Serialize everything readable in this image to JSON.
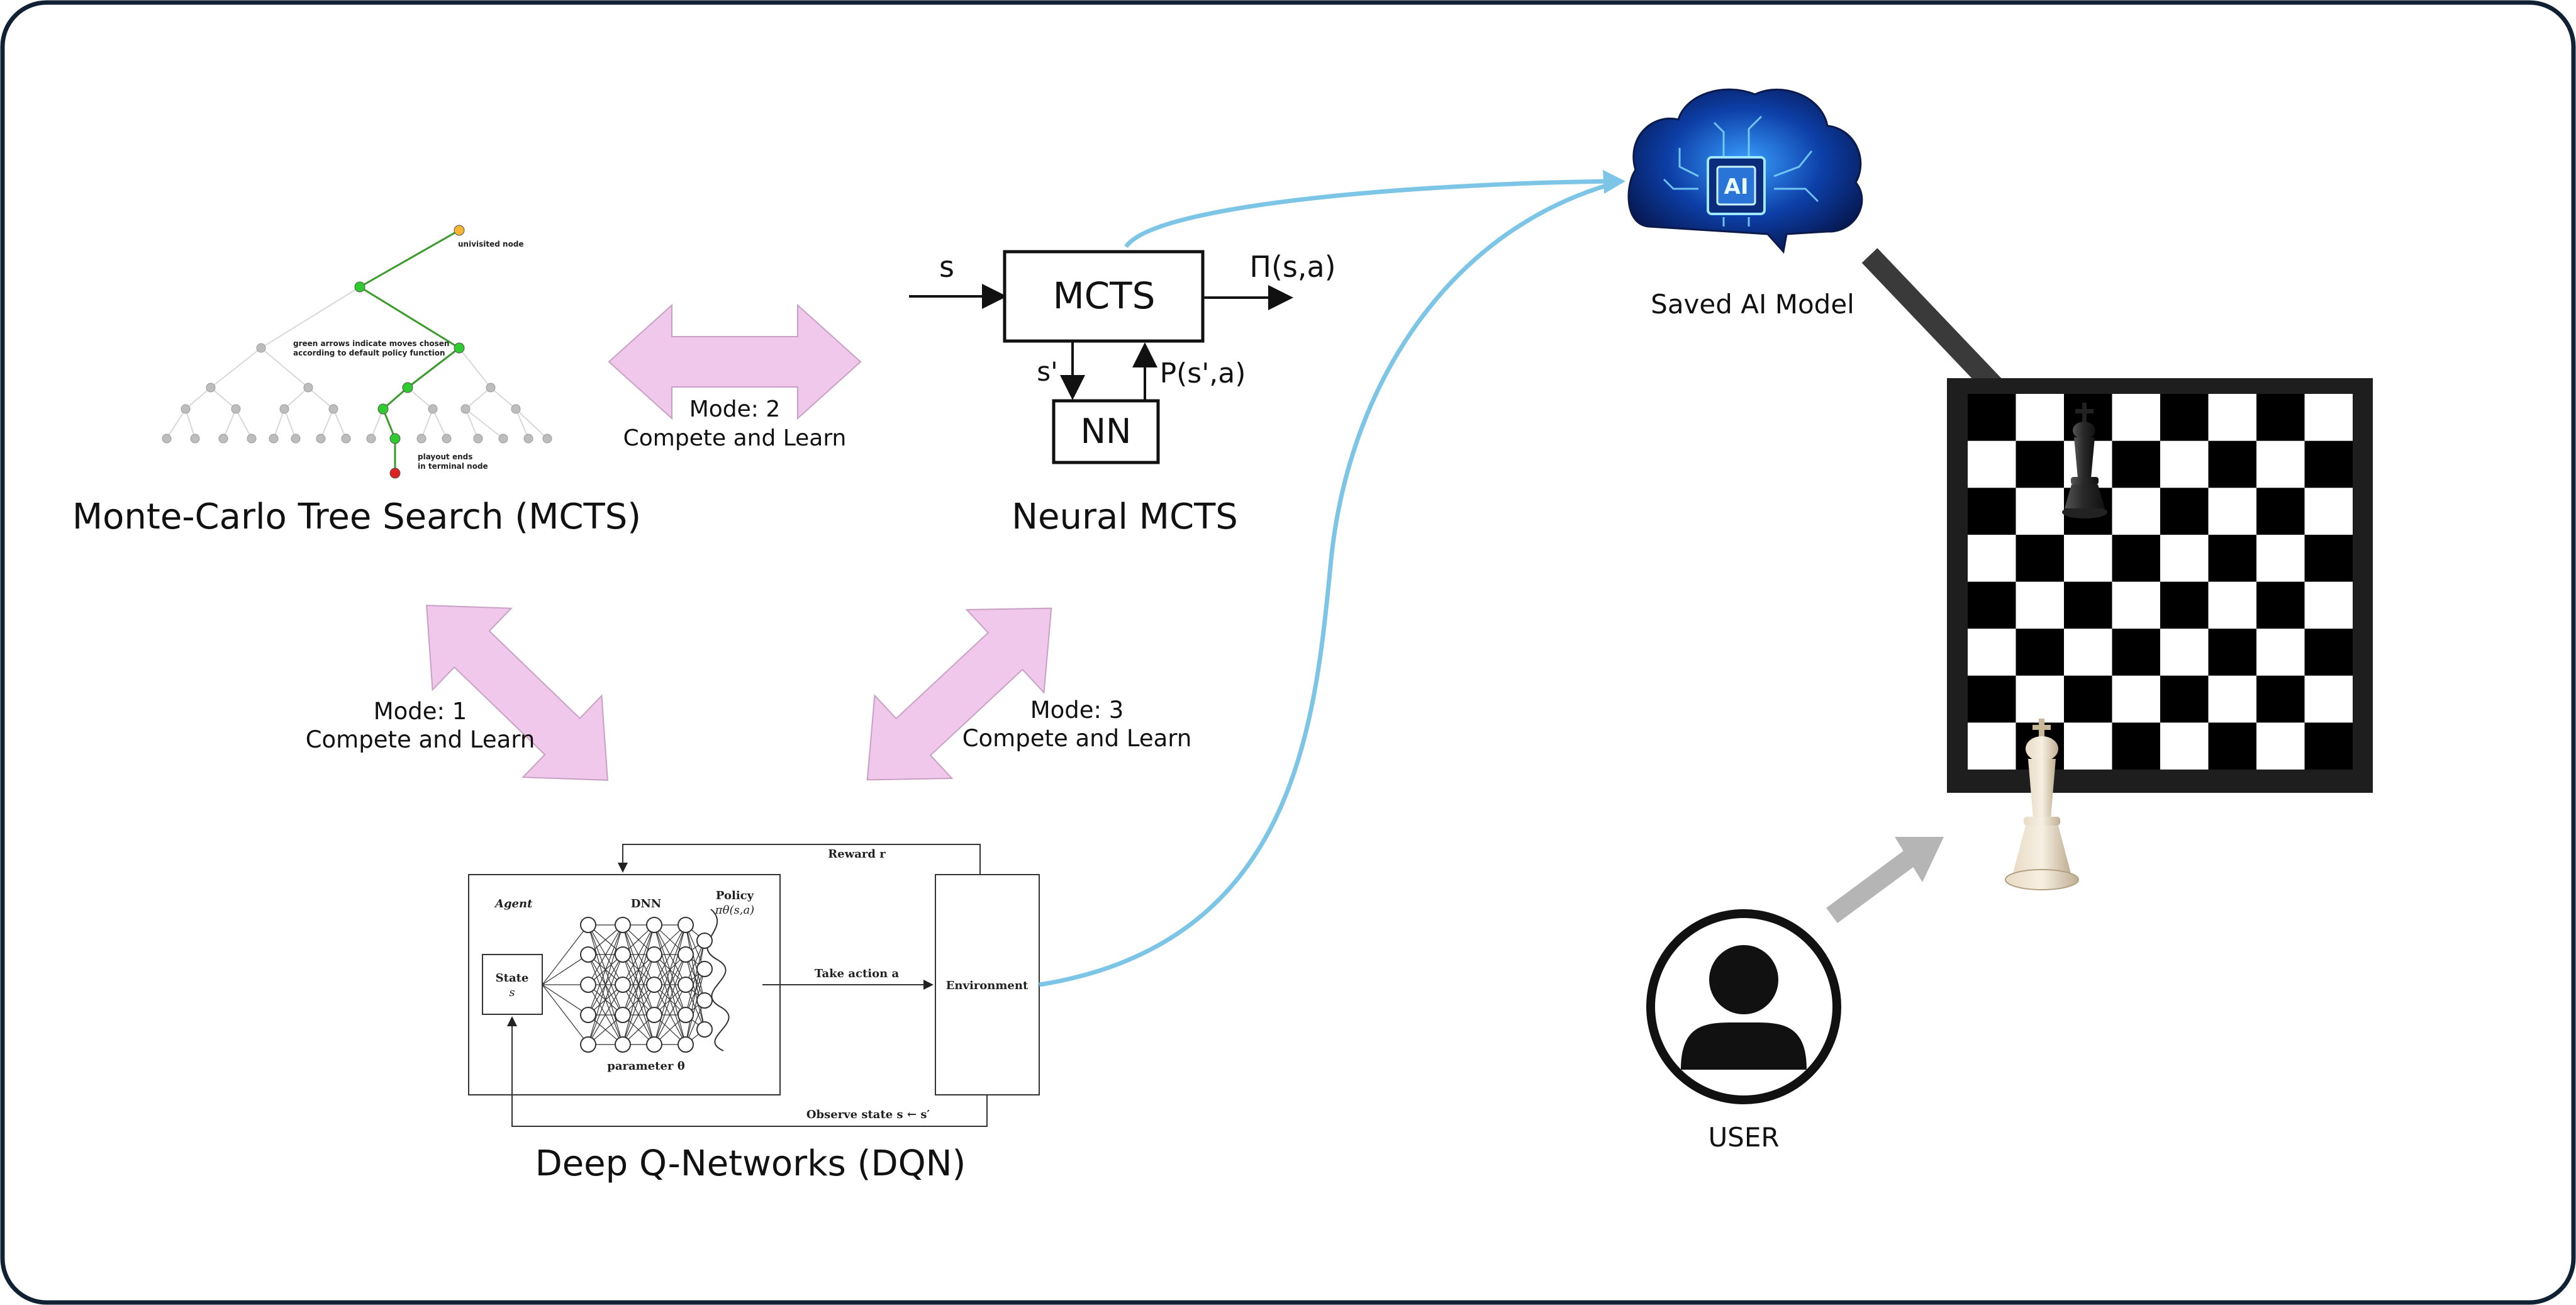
{
  "labels": {
    "mcts_title": "Monte-Carlo Tree Search (MCTS)",
    "neural_title": "Neural MCTS",
    "dqn_title": "Deep Q-Networks (DQN)",
    "saved_model": "Saved AI Model",
    "user": "USER",
    "ai_chip": "AI"
  },
  "modes": {
    "mode2": {
      "name": "Mode: 2",
      "text": "Compete and Learn"
    },
    "mode1": {
      "name": "Mode: 1",
      "text": "Compete and Learn"
    },
    "mode3": {
      "name": "Mode: 3",
      "text": "Compete and Learn"
    }
  },
  "mcts_tree": {
    "unvisited": "univisited node",
    "green": [
      "green arrows indicate moves chosen",
      "according to default policy function"
    ],
    "playout": [
      "playout ends",
      "in terminal node"
    ]
  },
  "neural_block": {
    "s": "s",
    "mcts": "MCTS",
    "pi": "Π(s,a)",
    "s_prime": "s'",
    "p": "P(s',a)",
    "nn": "NN"
  },
  "dqn_block": {
    "agent": "Agent",
    "dnn": "DNN",
    "policy": "Policy",
    "policy_fn": "πθ(s,a)",
    "state": "State",
    "state_var": "s",
    "parameter": "parameter θ",
    "take_action": "Take action a",
    "environment": "Environment",
    "reward": "Reward r",
    "observe": "Observe state s ← s′"
  },
  "colors": {
    "frame": "#0f2133",
    "pink_arrow": "#f0c8ec",
    "blue_curve": "#7cc5e6",
    "dark_arrow": "#3a3a3a",
    "gray_arrow": "#b5b5b5",
    "green_edge": "#3a9a2a",
    "green_node": "#2ecc2e",
    "gray_node": "#bdbdbd",
    "unvisited_node": "#f5b530",
    "terminal_node": "#dd2222",
    "board_frame": "#1e1e1e"
  },
  "icons": [
    "cloud-ai-icon",
    "chess-board-icon",
    "black-king-icon",
    "white-king-icon",
    "user-avatar-icon"
  ]
}
